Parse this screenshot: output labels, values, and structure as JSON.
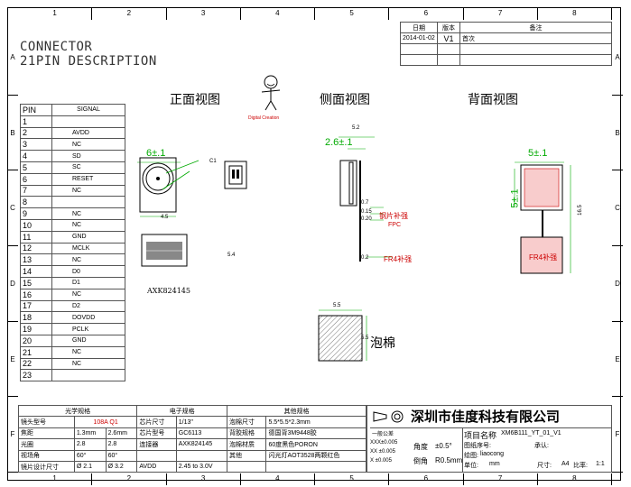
{
  "ruler": {
    "top": [
      "1",
      "2",
      "3",
      "4",
      "5",
      "6",
      "7",
      "8"
    ],
    "side": [
      "A",
      "B",
      "C",
      "D",
      "E",
      "F"
    ]
  },
  "connector_title": [
    "CONNECTOR",
    "21PIN DESCRIPTION"
  ],
  "revision": {
    "headers": [
      "日期",
      "版本",
      "备注"
    ],
    "date": "2014-01-02",
    "version": "V1",
    "note": "首次"
  },
  "pin_table": {
    "headers": [
      "PIN",
      "SIGNAL"
    ],
    "rows": [
      [
        "1",
        ""
      ],
      [
        "2",
        "AVDD"
      ],
      [
        "3",
        "NC"
      ],
      [
        "4",
        "SD"
      ],
      [
        "5",
        "SC"
      ],
      [
        "6",
        "RESET"
      ],
      [
        "7",
        "NC"
      ],
      [
        "8",
        ""
      ],
      [
        "9",
        "NC"
      ],
      [
        "10",
        "NC"
      ],
      [
        "11",
        "GND"
      ],
      [
        "12",
        "MCLK"
      ],
      [
        "13",
        "NC"
      ],
      [
        "14",
        "D0"
      ],
      [
        "15",
        "D1"
      ],
      [
        "16",
        "NC"
      ],
      [
        "17",
        "D2"
      ],
      [
        "18",
        "DOVDD"
      ],
      [
        "19",
        "PCLK"
      ],
      [
        "20",
        "GND"
      ],
      [
        "21",
        "NC"
      ],
      [
        "22",
        "NC"
      ],
      [
        "23",
        ""
      ]
    ]
  },
  "views": {
    "front": "正面视图",
    "side": "侧面视图",
    "back": "背面视图"
  },
  "logo_text": "Digital Creation",
  "dims": {
    "front_top": "6±.1",
    "front_w": "4.5",
    "front_h": "5.4",
    "side_top": "2.6±.1",
    "side_w": "5.2",
    "side_a": "0.7",
    "side_b": "0.15",
    "side_c": "0.20",
    "side_d": "0.2",
    "back_top": "5±.1",
    "back_left": "5±.1",
    "back_h": "16.5",
    "circle": "C1"
  },
  "notes": {
    "steel": "钢片补强",
    "fpc": "FPC",
    "fr4": "FR4补强",
    "fr4b": "FR4补强",
    "foam": "泡棉",
    "foam_w": "5.5",
    "foam_h": "5.5",
    "connector_model": "AXK824145"
  },
  "bottom": {
    "col_headers": [
      "光学规格",
      "电子规格",
      "其他规格"
    ],
    "rows": [
      [
        "镜头型号",
        "108A Q1",
        "芯片尺寸",
        "1/13\"",
        "泡棉尺寸",
        "5.5*5.5*2.3mm"
      ],
      [
        "焦距",
        "1.3mm",
        "2.6mm",
        "芯片型号",
        "GC6113",
        "背胶规格",
        "德国背3M9448胶"
      ],
      [
        "光圈",
        "2.8",
        "2.8",
        "连接器",
        "AXK824145",
        "泡棉材质",
        "60度黑色PORON"
      ],
      [
        "视场角",
        "60°",
        "60°",
        "",
        "",
        "其他",
        "闪光灯AOT3528两颗红色"
      ],
      [
        "镜片设计尺寸",
        "Ø 2.1",
        "Ø 3.2",
        "AVDD",
        "2.45 to 3.0V",
        "",
        ""
      ]
    ],
    "company": "深圳市佳度科技有限公司",
    "tol": [
      "XXX±0.005",
      "XX ±0.005",
      "X ±0.005"
    ],
    "general": "一般公差",
    "angle_label": "角度",
    "angle": "±0.5°",
    "chamfer_label": "倒角",
    "chamfer": "R0.5mm",
    "project_label": "项目名称",
    "project": "XM6B111_YT_01_V1",
    "drawing_no_label": "图纸序号:",
    "approve_label": "承认:",
    "drafter_label": "绘图:",
    "drafter": "liaocong",
    "unit_label": "单位:",
    "unit": "mm",
    "size_label": "尺寸:",
    "size": "A4",
    "scale_label": "比率:",
    "scale": "1:1"
  }
}
